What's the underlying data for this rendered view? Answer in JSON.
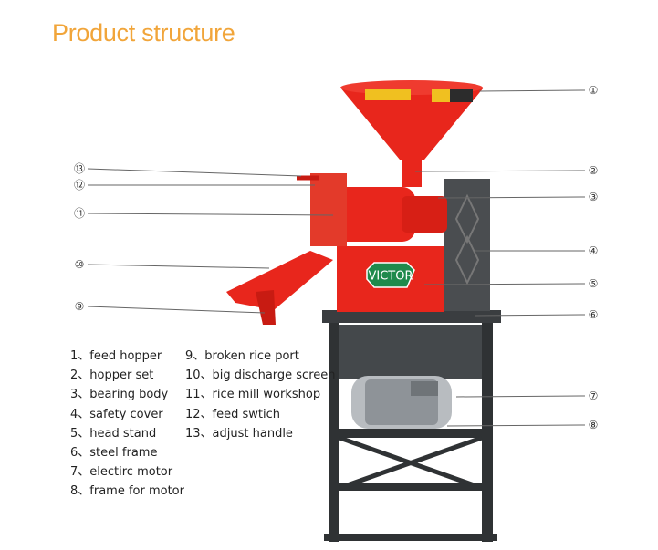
{
  "title": "Product structure",
  "brand_plate": "VICTOR",
  "colors": {
    "title": "#f1a53a",
    "machine_red": "#e8261c",
    "frame": "#3a3d40",
    "plate_green": "#1f8a4c"
  },
  "callouts": [
    "①",
    "②",
    "③",
    "④",
    "⑤",
    "⑥",
    "⑦",
    "⑧",
    "⑨",
    "⑩",
    "⑪",
    "⑫",
    "⑬"
  ],
  "legend": [
    {
      "num": "1、",
      "label": "feed hopper"
    },
    {
      "num": "2、",
      "label": "hopper set"
    },
    {
      "num": "3、",
      "label": "bearing body"
    },
    {
      "num": "4、",
      "label": "safety cover"
    },
    {
      "num": "5、",
      "label": "head stand"
    },
    {
      "num": "6、",
      "label": "steel frame"
    },
    {
      "num": "7、",
      "label": "electirc motor"
    },
    {
      "num": "8、",
      "label": "frame for motor"
    },
    {
      "num": "9、",
      "label": "broken rice port"
    },
    {
      "num": "10、",
      "label": "big discharge screen"
    },
    {
      "num": "11、",
      "label": "rice mill workshop"
    },
    {
      "num": "12、",
      "label": "feed swtich"
    },
    {
      "num": "13、",
      "label": "adjust handle"
    }
  ]
}
